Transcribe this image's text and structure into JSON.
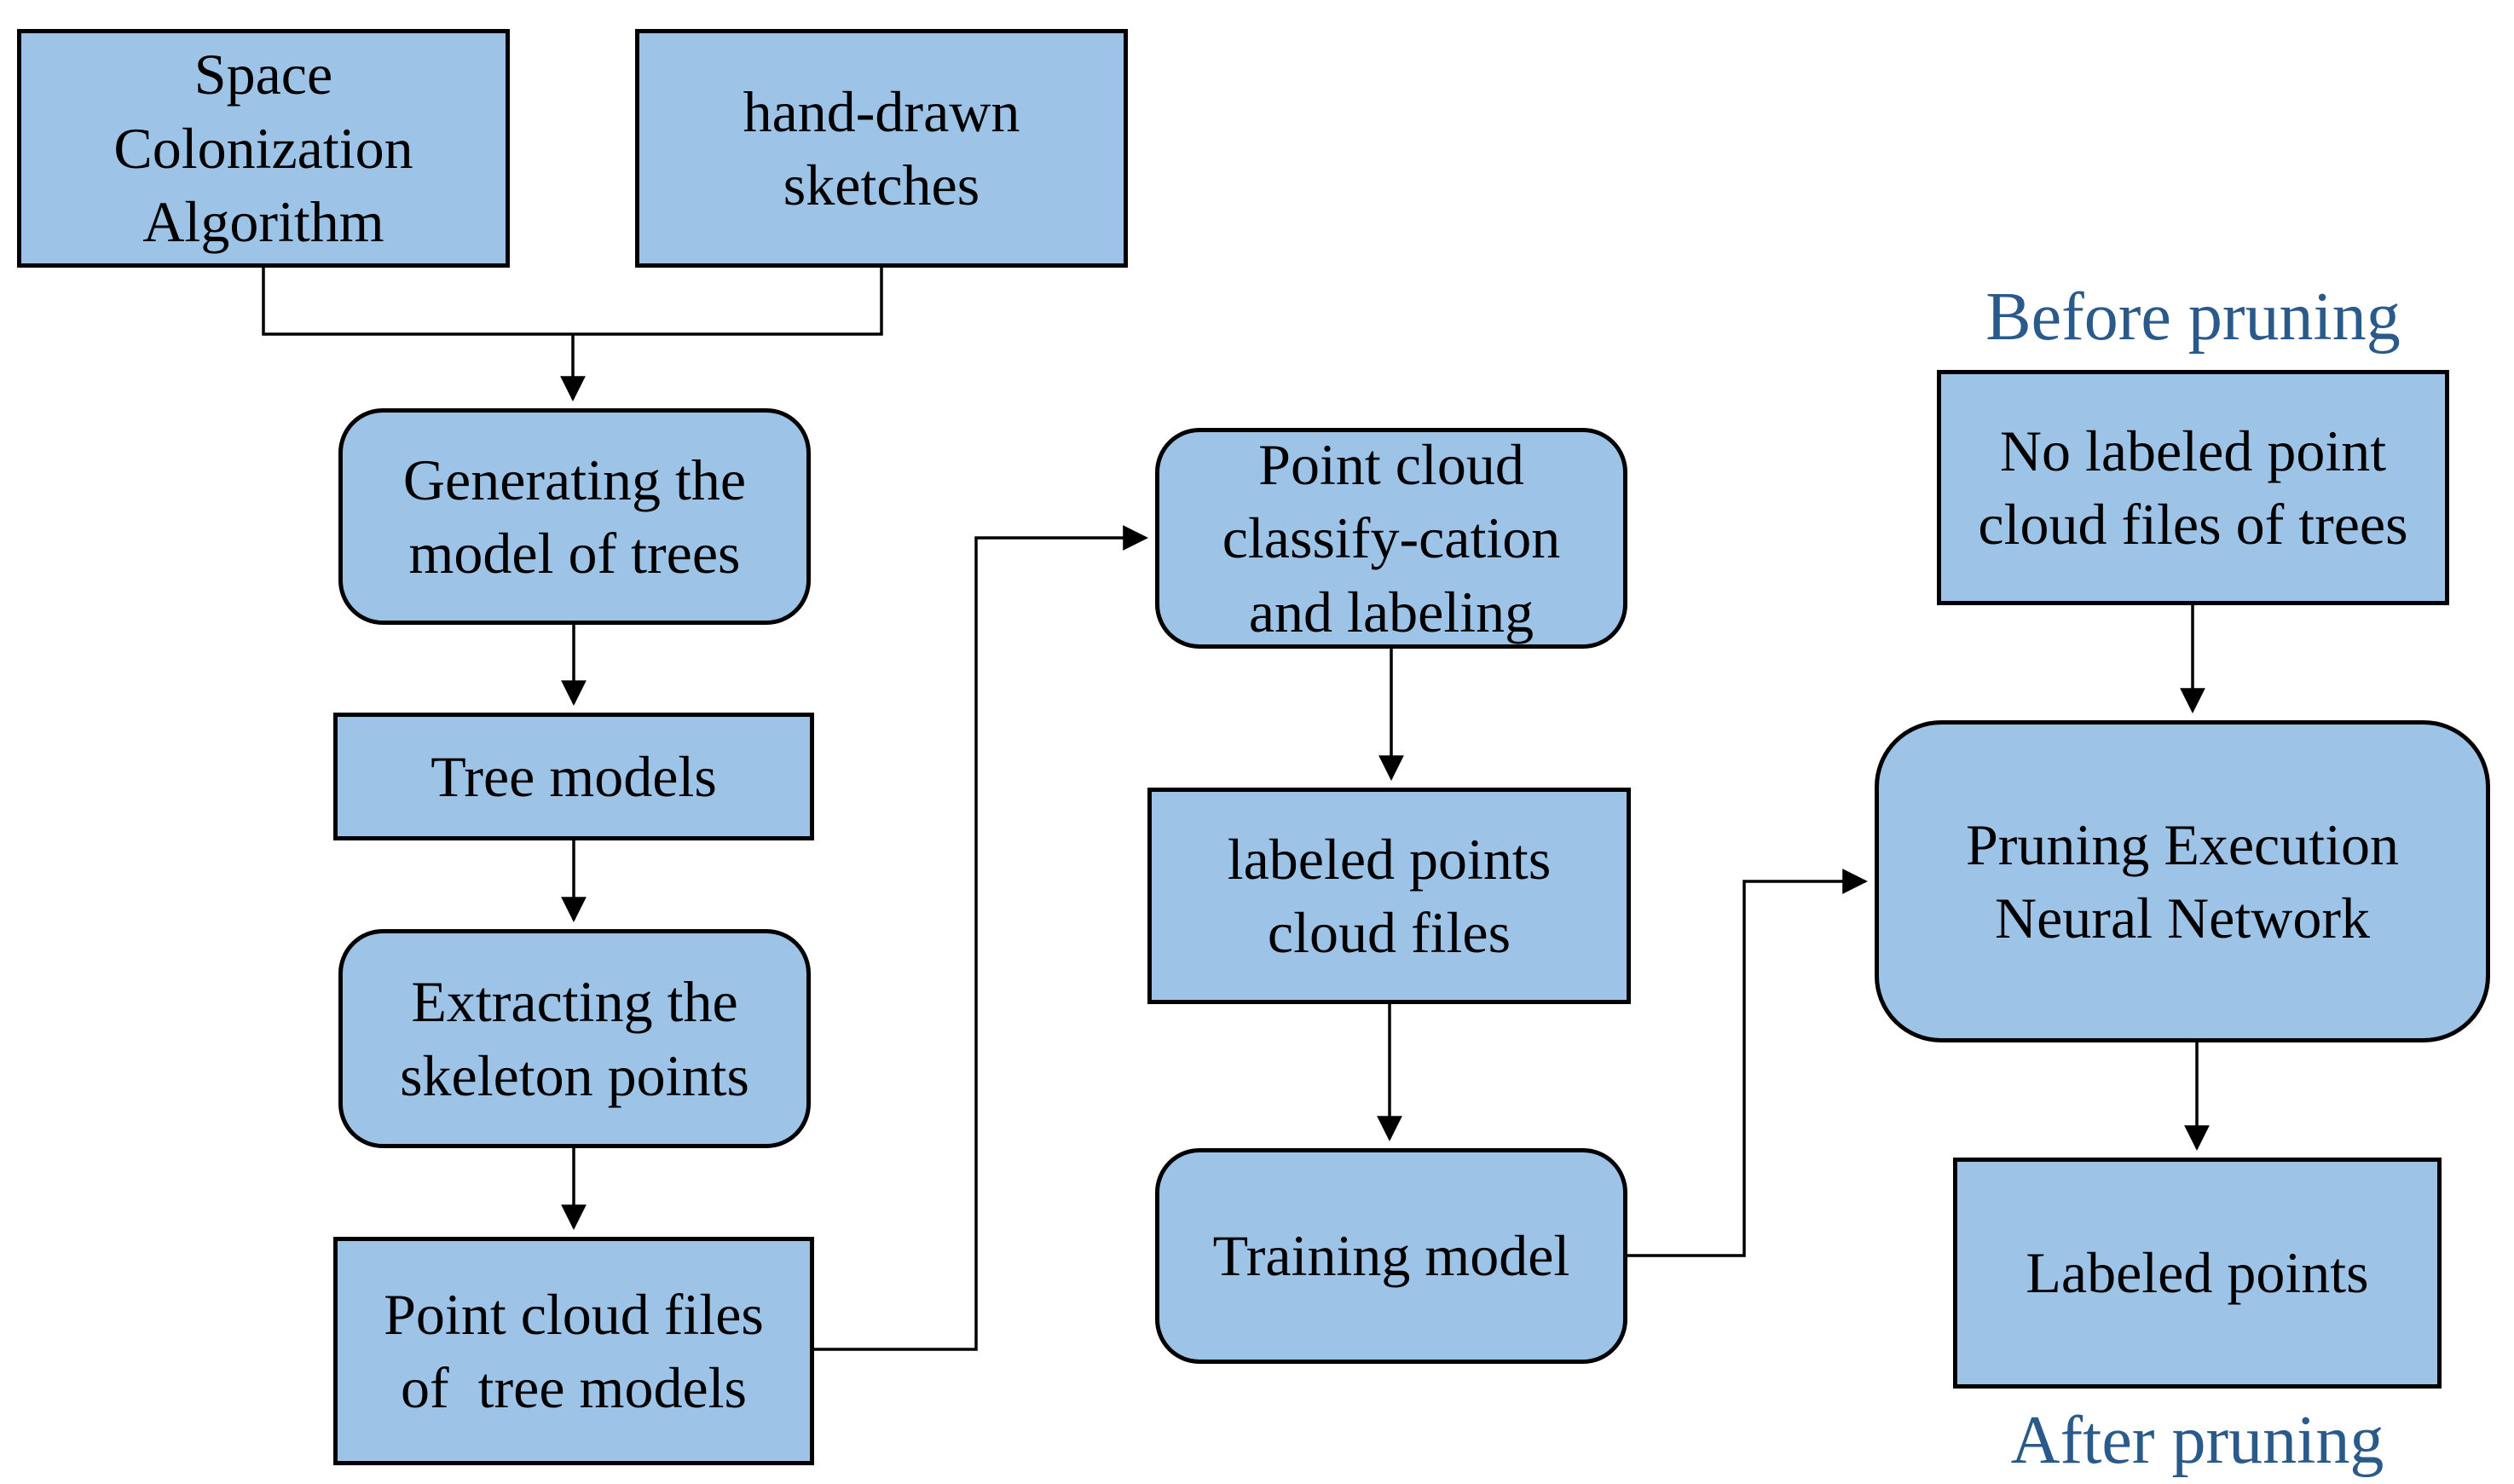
{
  "diagram": {
    "type": "flowchart",
    "colors": {
      "background": "#FFFFFF",
      "box_fill": "#9DC3E6",
      "box_border": "#000000",
      "box_text": "#000000",
      "connector": "#000000",
      "heading_text": "#2A5A8A"
    },
    "nodes": {
      "space_colonization": {
        "label": "Space\nColonization\nAlgorithm"
      },
      "hand_drawn_sketches": {
        "label": "hand-drawn\nsketches"
      },
      "generating_model": {
        "label": "Generating the\nmodel of trees"
      },
      "tree_models": {
        "label": "Tree models"
      },
      "extracting_skeleton": {
        "label": "Extracting the\nskeleton points"
      },
      "point_cloud_files": {
        "label": "Point cloud files\nof  tree models"
      },
      "classification": {
        "label": "Point cloud\nclassify-cation\nand labeling"
      },
      "labeled_points_cloud_files": {
        "label": "labeled points\ncloud files"
      },
      "training_model": {
        "label": "Training model"
      },
      "no_labeled_point_cloud": {
        "label": "No labeled point\ncloud files of trees"
      },
      "pruning_execution_nn": {
        "label": "Pruning Execution\nNeural Network"
      },
      "labeled_points": {
        "label": "Labeled points"
      }
    },
    "headings": {
      "before": "Before pruning",
      "after": "After pruning"
    }
  }
}
